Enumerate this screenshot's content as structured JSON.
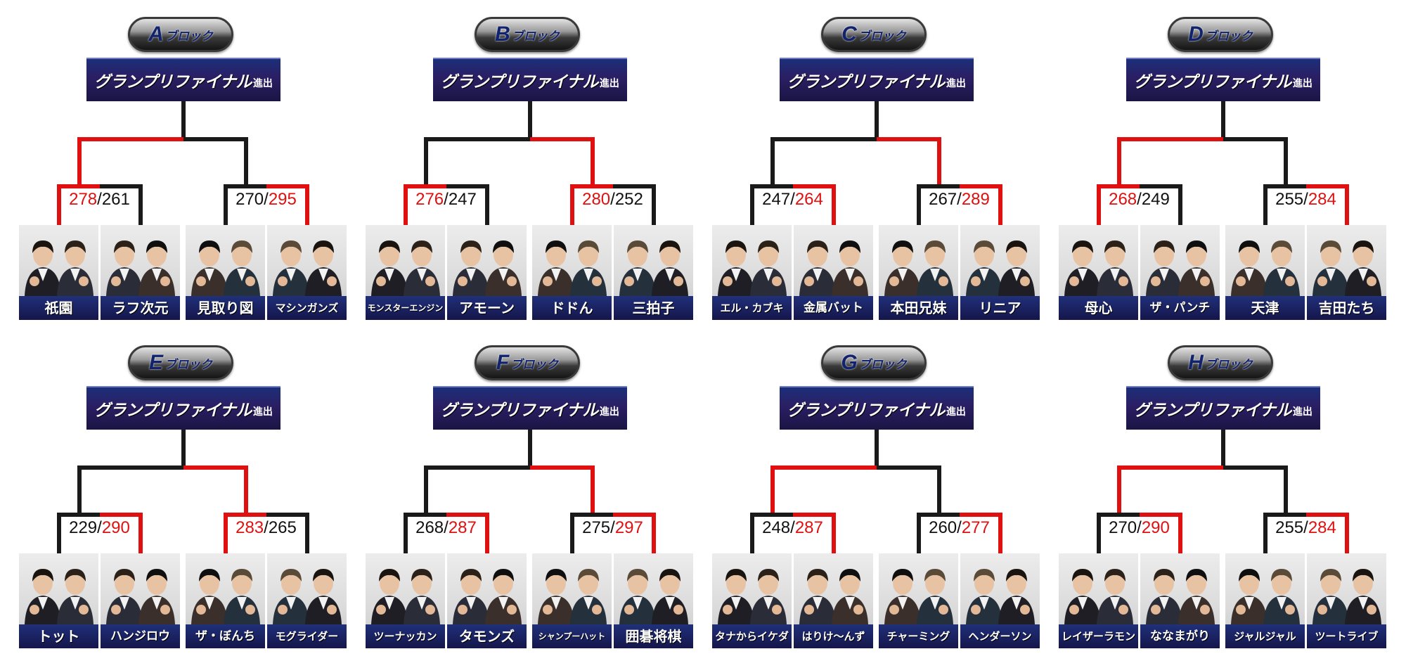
{
  "colors": {
    "winner_line": "#e01010",
    "loser_line": "#1a1a1a",
    "banner": "#1c2f7a"
  },
  "block_suffix": "ブロック",
  "final_main": "グランプリファイナル",
  "final_sub": "進出",
  "blocks": [
    {
      "letter": "A",
      "winner_side": "left",
      "left": {
        "scores": [
          "278",
          "261"
        ],
        "hi": 0,
        "cards": [
          {
            "name": "祇園",
            "people": 2
          },
          {
            "name": "ラフ次元",
            "people": 2
          }
        ]
      },
      "right": {
        "scores": [
          "270",
          "295"
        ],
        "hi": 1,
        "cards": [
          {
            "name": "見取り図",
            "people": 2
          },
          {
            "name": "マシンガンズ",
            "people": 2
          }
        ]
      }
    },
    {
      "letter": "B",
      "winner_side": "right",
      "left": {
        "scores": [
          "276",
          "247"
        ],
        "hi": 0,
        "cards": [
          {
            "name": "モンスターエンジン",
            "people": 2
          },
          {
            "name": "アモーン",
            "people": 2
          }
        ]
      },
      "right": {
        "scores": [
          "280",
          "252"
        ],
        "hi": 0,
        "cards": [
          {
            "name": "ドドん",
            "people": 2
          },
          {
            "name": "三拍子",
            "people": 2
          }
        ]
      }
    },
    {
      "letter": "C",
      "winner_side": "right",
      "left": {
        "scores": [
          "247",
          "264"
        ],
        "hi": 1,
        "cards": [
          {
            "name": "エル・カブキ",
            "people": 2
          },
          {
            "name": "金属バット",
            "people": 2
          }
        ]
      },
      "right": {
        "scores": [
          "267",
          "289"
        ],
        "hi": 1,
        "cards": [
          {
            "name": "本田兄妹",
            "people": 2
          },
          {
            "name": "リニア",
            "people": 2
          }
        ]
      }
    },
    {
      "letter": "D",
      "winner_side": "left",
      "left": {
        "scores": [
          "268",
          "249"
        ],
        "hi": 0,
        "cards": [
          {
            "name": "母心",
            "people": 2
          },
          {
            "name": "ザ・パンチ",
            "people": 2
          }
        ]
      },
      "right": {
        "scores": [
          "255",
          "284"
        ],
        "hi": 1,
        "cards": [
          {
            "name": "天津",
            "people": 2
          },
          {
            "name": "吉田たち",
            "people": 2
          }
        ]
      }
    },
    {
      "letter": "E",
      "winner_side": "right",
      "left": {
        "scores": [
          "229",
          "290"
        ],
        "hi": 1,
        "cards": [
          {
            "name": "トット",
            "people": 2
          },
          {
            "name": "ハンジロウ",
            "people": 2
          }
        ]
      },
      "right": {
        "scores": [
          "283",
          "265"
        ],
        "hi": 0,
        "cards": [
          {
            "name": "ザ・ぼんち",
            "people": 2
          },
          {
            "name": "モグライダー",
            "people": 2
          }
        ]
      }
    },
    {
      "letter": "F",
      "winner_side": "right",
      "left": {
        "scores": [
          "268",
          "287"
        ],
        "hi": 1,
        "cards": [
          {
            "name": "ツーナッカン",
            "people": 2
          },
          {
            "name": "タモンズ",
            "people": 2
          }
        ]
      },
      "right": {
        "scores": [
          "275",
          "297"
        ],
        "hi": 1,
        "cards": [
          {
            "name": "シャンプーハット",
            "people": 2
          },
          {
            "name": "囲碁将棋",
            "people": 2
          }
        ]
      }
    },
    {
      "letter": "G",
      "winner_side": "left",
      "left": {
        "scores": [
          "248",
          "287"
        ],
        "hi": 1,
        "cards": [
          {
            "name": "タナからイケダ",
            "people": 2
          },
          {
            "name": "はりけ〜んず",
            "people": 2
          }
        ]
      },
      "right": {
        "scores": [
          "260",
          "277"
        ],
        "hi": 1,
        "cards": [
          {
            "name": "チャーミング",
            "people": 2
          },
          {
            "name": "ヘンダーソン",
            "people": 2
          }
        ]
      }
    },
    {
      "letter": "H",
      "winner_side": "left",
      "left": {
        "scores": [
          "270",
          "290"
        ],
        "hi": 1,
        "cards": [
          {
            "name": "レイザーラモン",
            "people": 2
          },
          {
            "name": "ななまがり",
            "people": 2
          }
        ]
      },
      "right": {
        "scores": [
          "255",
          "284"
        ],
        "hi": 1,
        "cards": [
          {
            "name": "ジャルジャル",
            "people": 2
          },
          {
            "name": "ツートライブ",
            "people": 2
          }
        ]
      }
    }
  ]
}
